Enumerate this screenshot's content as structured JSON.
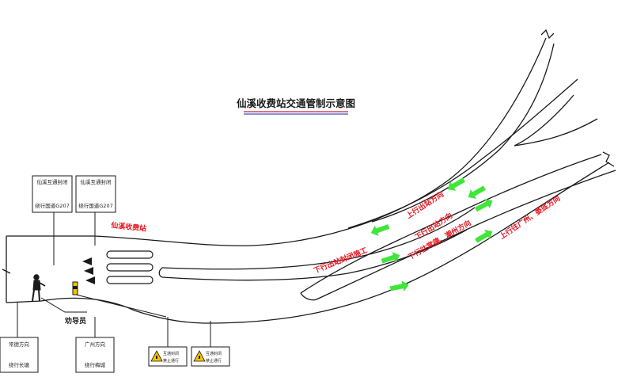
{
  "title": "仙溪收费站交通管制示意图",
  "station_label": "仙溪收费站",
  "guide_label": "劝导员",
  "lane_labels": {
    "upper_exit": "上行出站方向",
    "lower_exit": "下行出站方向",
    "lower_closed": "下行出站封闭施工",
    "lower_to": "下行往常德、潮州方向",
    "upper_to": "上行往广州、娄底方向"
  },
  "signs": {
    "left_top_a": {
      "line1": "仙溪互通封闭",
      "line2": "绕行国道G207"
    },
    "left_top_b": {
      "line1": "仙溪互通封闭",
      "line2": "绕行国道G207"
    },
    "bottom_a": {
      "line1": "常德方向",
      "line2": "绕行长塘"
    },
    "bottom_b": {
      "line1": "广州方向",
      "line2": "绕行梅城"
    },
    "warning_a": {
      "line1": "互通封闭",
      "line2": "禁止通行"
    },
    "warning_b": {
      "line1": "互通封闭",
      "line2": "禁止通行"
    }
  },
  "colors": {
    "road_line": "#1a1a1a",
    "label_red": "#e8141c",
    "arrow_green": "#3fe63a",
    "title_underline_red": "#d11f2a",
    "title_underline_blue": "#3a4fcf",
    "warning_yellow": "#f4c400"
  }
}
